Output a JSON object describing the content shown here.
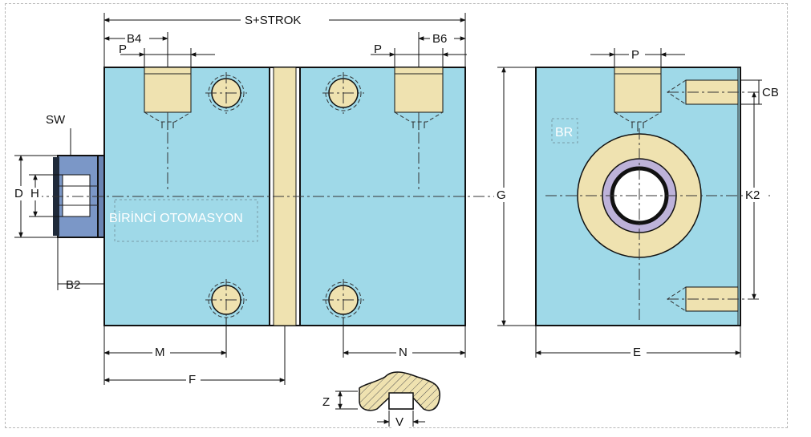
{
  "dimensions": {
    "s_strok": "S+STROK",
    "b4": "B4",
    "p_left": "P",
    "p_mid": "P",
    "b6": "B6",
    "p_side": "P",
    "sw": "SW",
    "d": "D",
    "h": "H",
    "b2": "B2",
    "m": "M",
    "f": "F",
    "n": "N",
    "g": "G",
    "e": "E",
    "k2": "K2",
    "cb": "CB",
    "br": "BR",
    "z": "Z",
    "v": "V"
  },
  "watermark": "BİRİNCİ OTOMASYON",
  "colors": {
    "body": "#9fd9e8",
    "brass": "#efe2b0",
    "nut": "#7b97c7",
    "bushing": "#bdb2d9",
    "outline": "#111111"
  }
}
